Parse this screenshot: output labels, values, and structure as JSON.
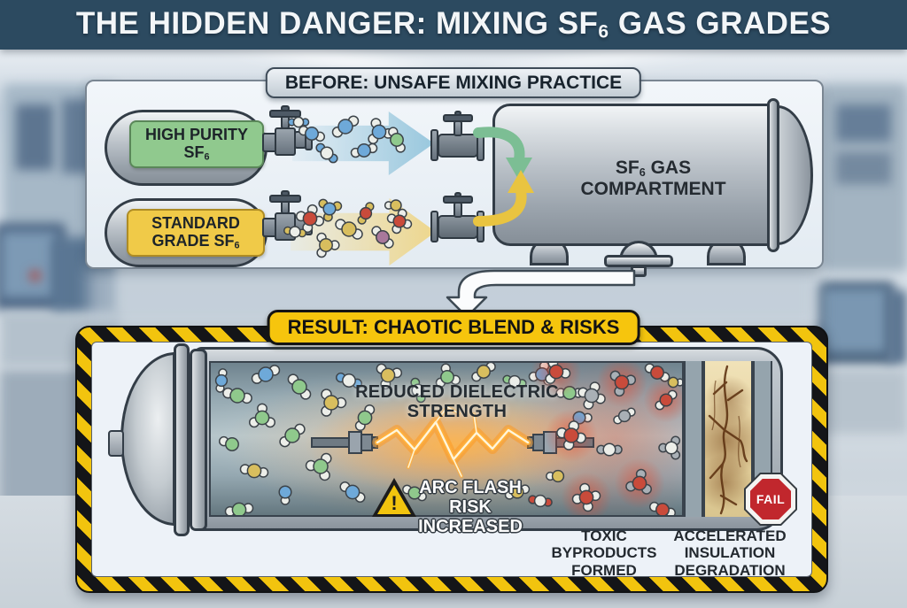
{
  "title": {
    "pre": "THE HIDDEN DANGER: MIXING SF",
    "sub": "6",
    "post": " GAS GRADES"
  },
  "before": {
    "header": "BEFORE: UNSAFE MIXING PRACTICE",
    "cylinder_high_purity": {
      "line1": "HIGH PURITY",
      "line2_pre": "SF",
      "line2_sub": "6",
      "line2_post": ""
    },
    "cylinder_standard": {
      "line1": "STANDARD",
      "line2_pre": "GRADE SF",
      "line2_sub": "6",
      "line2_post": ""
    },
    "tank": {
      "line1_pre": "SF",
      "line1_sub": "6",
      "line1_post": " GAS",
      "line2": "COMPARTMENT"
    }
  },
  "result": {
    "header": "RESULT: CHAOTIC BLEND & RISKS",
    "reduced_dielectric": {
      "line1": "REDUCED DIELECTRIC",
      "line2": "STRENGTH"
    },
    "arc_flash": {
      "line1": "ARC FLASH RISK",
      "line2": "INCREASED",
      "warning_mark": "!"
    },
    "toxic": {
      "line1": "TOXIC",
      "line2": "BYPRODUCTS",
      "line3": "FORMED"
    },
    "insulation": {
      "line1": "ACCELERATED",
      "line2": "INSULATION",
      "line3": "DEGRADATION"
    },
    "fail_sign": "FAIL"
  },
  "colors": {
    "title_bg": "#2c4a60",
    "hazard_yellow": "#f2c40e",
    "hazard_black": "#141518",
    "result_pill_bg": "#f6c50d",
    "high_purity_label_bg": "#90c98e",
    "standard_label_bg": "#f0ca48",
    "fail_red": "#c1272d",
    "arc_orange": "#ff9a2e",
    "panel_bg": "#edf2f8"
  }
}
